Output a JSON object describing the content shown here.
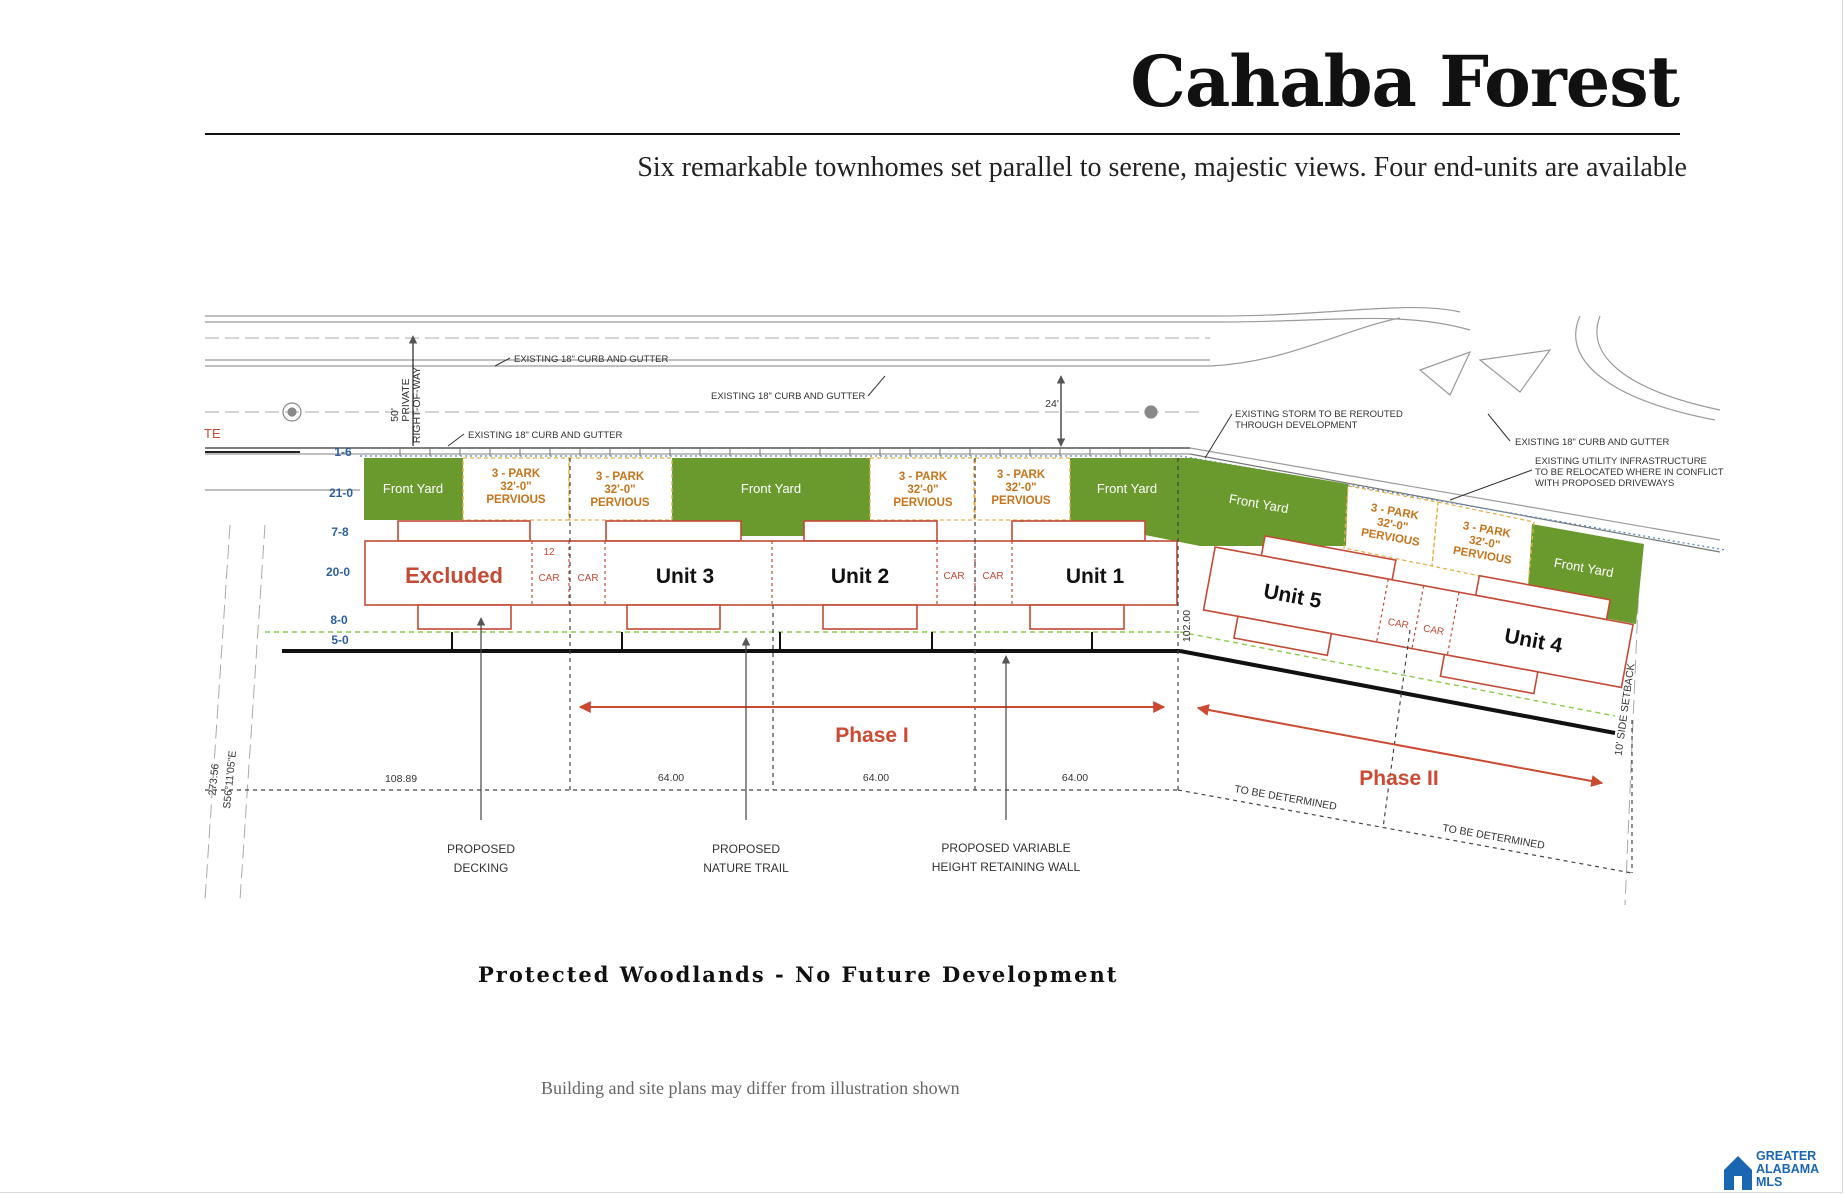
{
  "header": {
    "title": "Cahaba Forest",
    "subtitle": "Six remarkable townhomes set parallel to serene, majestic views. Four end-units are available"
  },
  "plan": {
    "units": {
      "excluded": "Excluded",
      "unit3": "Unit 3",
      "unit2": "Unit 2",
      "unit1": "Unit 1",
      "unit5": "Unit 5",
      "unit4": "Unit 4"
    },
    "front_yard": "Front Yard",
    "parking": {
      "line1": "3 - PARK",
      "line2": "32'-0\"",
      "line3": "PERVIOUS"
    },
    "car": "CAR",
    "car_count": "12",
    "phases": {
      "phase1": "Phase I",
      "phase2": "Phase II"
    },
    "dimensions": {
      "d1": "108.89",
      "d2": "64.00",
      "d3": "64.00",
      "d4": "64.00",
      "d5": "102.00",
      "d6": "24'",
      "tbd1": "TO BE DETERMINED",
      "tbd2": "TO BE DETERMINED",
      "side_setback": "10' SIDE SETBACK",
      "bearing": "S56°11'05\"E",
      "bearing_len": "273.56",
      "row_w": "50'",
      "row_label1": "PRIVATE",
      "row_label2": "RIGHT-OF-WAY"
    },
    "elevations": [
      "1-6",
      "21-0",
      "7-8",
      "20-0",
      "8-0",
      "5-0"
    ],
    "notes": {
      "curb1": "EXISTING 18\" CURB AND GUTTER",
      "curb2": "EXISTING 18\" CURB AND GUTTER",
      "curb3": "EXISTING 18\" CURB AND GUTTER",
      "curb4": "EXISTING 18\" CURB AND GUTTER",
      "storm1": "EXISTING STORM TO BE REROUTED",
      "storm2": "THROUGH DEVELOPMENT",
      "util1": "EXISTING UTILITY INFRASTRUCTURE",
      "util2": "TO BE RELOCATED WHERE IN CONFLICT",
      "util3": "WITH PROPOSED DRIVEWAYS",
      "left_cut": "TE"
    },
    "callouts": {
      "decking1": "PROPOSED",
      "decking2": "DECKING",
      "trail1": "PROPOSED",
      "trail2": "NATURE TRAIL",
      "wall1": "PROPOSED VARIABLE",
      "wall2": "HEIGHT RETAINING WALL"
    }
  },
  "footer": {
    "protected": "Protected Woodlands - No Future Development",
    "disclaimer": "Building and site plans may differ from illustration shown"
  },
  "logo": {
    "line1": "GREATER",
    "line2": "ALABAMA",
    "line3": "MLS"
  },
  "colors": {
    "green": "#6a9a2e",
    "unit_outline": "#c44a36",
    "parking_text": "#c8741a",
    "phase_red": "#cc4a32",
    "elevation_blue": "#2d5f9e",
    "logo_blue": "#1a66b3"
  }
}
